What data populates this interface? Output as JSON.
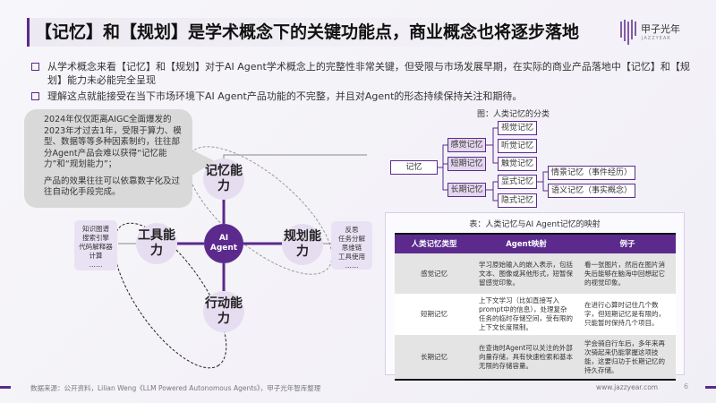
{
  "header": {
    "title": "【记忆】和【规划】是学术概念下的关键功能点，商业概念也将逐步落地",
    "logo_text": "甲子光年",
    "logo_sub": "JAZZYEAR"
  },
  "bullets": [
    "从学术概念来看【记忆】和【规划】对于AI Agent学术概念上的完整性非常关键，但受限与市场发展早期，在实际的商业产品落地中【记忆】和【规划】能力未必能完全呈现",
    "理解这点就能接受在当下市场环境下AI Agent产品功能的不完整，并且对Agent的形态持续保持关注和期待。"
  ],
  "bubble": {
    "p1": "2024年仅仅距离AIGC全面爆发的2023年才过去1年，受限于算力、模型、数据等等多种因素制约，往往部分Agent产品会难以获得“记忆能力”和“规划能力”；",
    "p2": "产品的效果往往可以依靠数字化及过往自动化手段完成。"
  },
  "diagram": {
    "center": "AI Agent",
    "memory": "记忆能力",
    "planning": "规划能力",
    "action": "行动能力",
    "tools": "工具能力",
    "tools_box": [
      "知识图谱",
      "搜索引擎",
      "代码解释器",
      "计算",
      "……"
    ],
    "planning_box": [
      "反思",
      "任务分解",
      "思维链",
      "工具使用",
      "……"
    ]
  },
  "tree": {
    "title": "图：人类记忆的分类",
    "root": "记忆",
    "level1": [
      "感觉记忆",
      "短期记忆",
      "长期记忆"
    ],
    "sensory": [
      "视觉记忆",
      "听觉记忆",
      "触觉记忆"
    ],
    "longterm": [
      "显式记忆",
      "隐式记忆"
    ],
    "explicit": [
      "情景记忆（事件经历）",
      "语义记忆（事实概念）"
    ]
  },
  "table": {
    "title": "表：人类记忆与AI  Agent记忆的映射",
    "headers": [
      "人类记忆类型",
      "Agent映射",
      "例子"
    ],
    "rows": [
      [
        "感觉记忆",
        "学习原始输入的嵌入表示，包括文本、图像或其他形式，短暂保留感觉印象。",
        "看一张图片，然后在图片消失后能够在脑海中回想起它的视觉印象。"
      ],
      [
        "短期记忆",
        "上下文学习（比如直接写入prompt中的信息），处理复杂任务的临时存储空间，受有限的上下文长度限制。",
        "在进行心算时记住几个数字，但短期记忆是有限的，只能暂时保持几个项目。"
      ],
      [
        "长期记忆",
        "在查询时Agent可以关注的外部向量存储，具有快速检索和基本无限的存储容量。",
        "学会骑自行车后，多年来再次骑起来仍能掌握这项技能，这要归功于长期记忆的持久存储。"
      ]
    ]
  },
  "footer": {
    "source": "数据来源：公开资料，Lilian Weng《LLM Powered Autonomous Agents》，甲子光年智库整理",
    "site": "www.jazzyear.com",
    "page": "6"
  },
  "colors": {
    "accent": "#5b2a8c",
    "light": "#e6def0"
  }
}
